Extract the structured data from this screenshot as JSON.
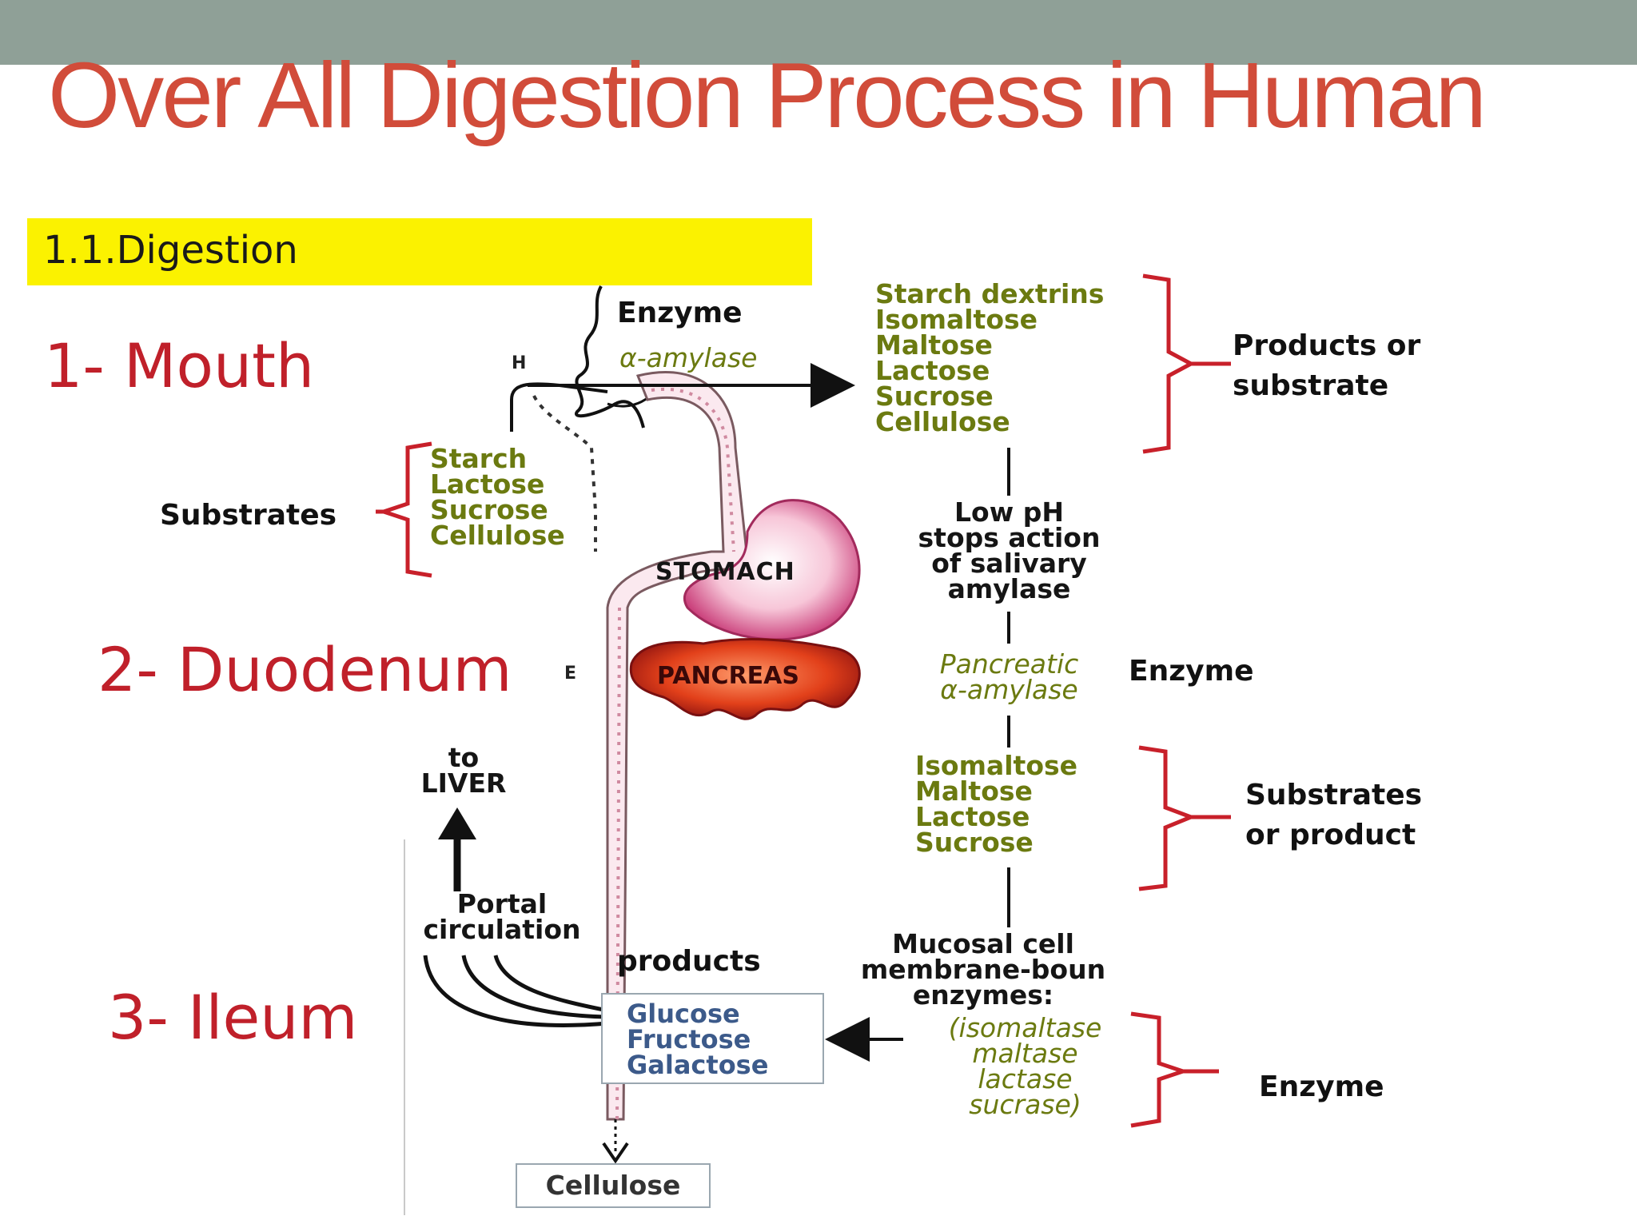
{
  "title": "Over All Digestion Process in Human",
  "section": "1.1.Digestion",
  "regions": {
    "mouth": "1- Mouth",
    "duodenum": "2- Duodenum",
    "ileum": "3- Ileum"
  },
  "markers": {
    "h": "H",
    "e": "E"
  },
  "mouth_enzyme": {
    "label": "Enzyme",
    "name": "α-amylase"
  },
  "mouth_products": {
    "items": [
      "Starch dextrins",
      "Isomaltose",
      "Maltose",
      "Lactose",
      "Sucrose",
      "Cellulose"
    ],
    "label_line1": "Products or",
    "label_line2": "substrate"
  },
  "substrates": {
    "label": "Substrates",
    "items": [
      "Starch",
      "Lactose",
      "Sucrose",
      "Cellulose"
    ]
  },
  "organs": {
    "stomach": "STOMACH",
    "pancreas": "PANCREAS"
  },
  "low_ph": [
    "Low pH",
    "stops action",
    "of salivary",
    "amylase"
  ],
  "pancreatic_enzyme": {
    "line1": "Pancreatic",
    "line2": "α-amylase",
    "label": "Enzyme"
  },
  "duodenum_products": {
    "items": [
      "Isomaltose",
      "Maltose",
      "Lactose",
      "Sucrose"
    ],
    "label_line1": "Substrates",
    "label_line2": "or product"
  },
  "liver": {
    "line1": "to",
    "line2": "LIVER"
  },
  "portal": {
    "line1": "Portal",
    "line2": "circulation"
  },
  "products_label": "products",
  "monosaccharides": [
    "Glucose",
    "Fructose",
    "Galactose"
  ],
  "mucosal": [
    "Mucosal cell",
    "membrane-boun",
    "enzymes:"
  ],
  "brush_enzymes": {
    "items": [
      "(isomaltase",
      "maltase",
      "lactase",
      "sucrase)"
    ],
    "label": "Enzyme"
  },
  "cellulose_end": "Cellulose",
  "colors": {
    "title": "#d14c3a",
    "topbar": "#8fa097",
    "banner": "#fbf200",
    "region_label": "#c0202a",
    "bracket": "#c8202a",
    "text_olive": "#6b7a10"
  }
}
